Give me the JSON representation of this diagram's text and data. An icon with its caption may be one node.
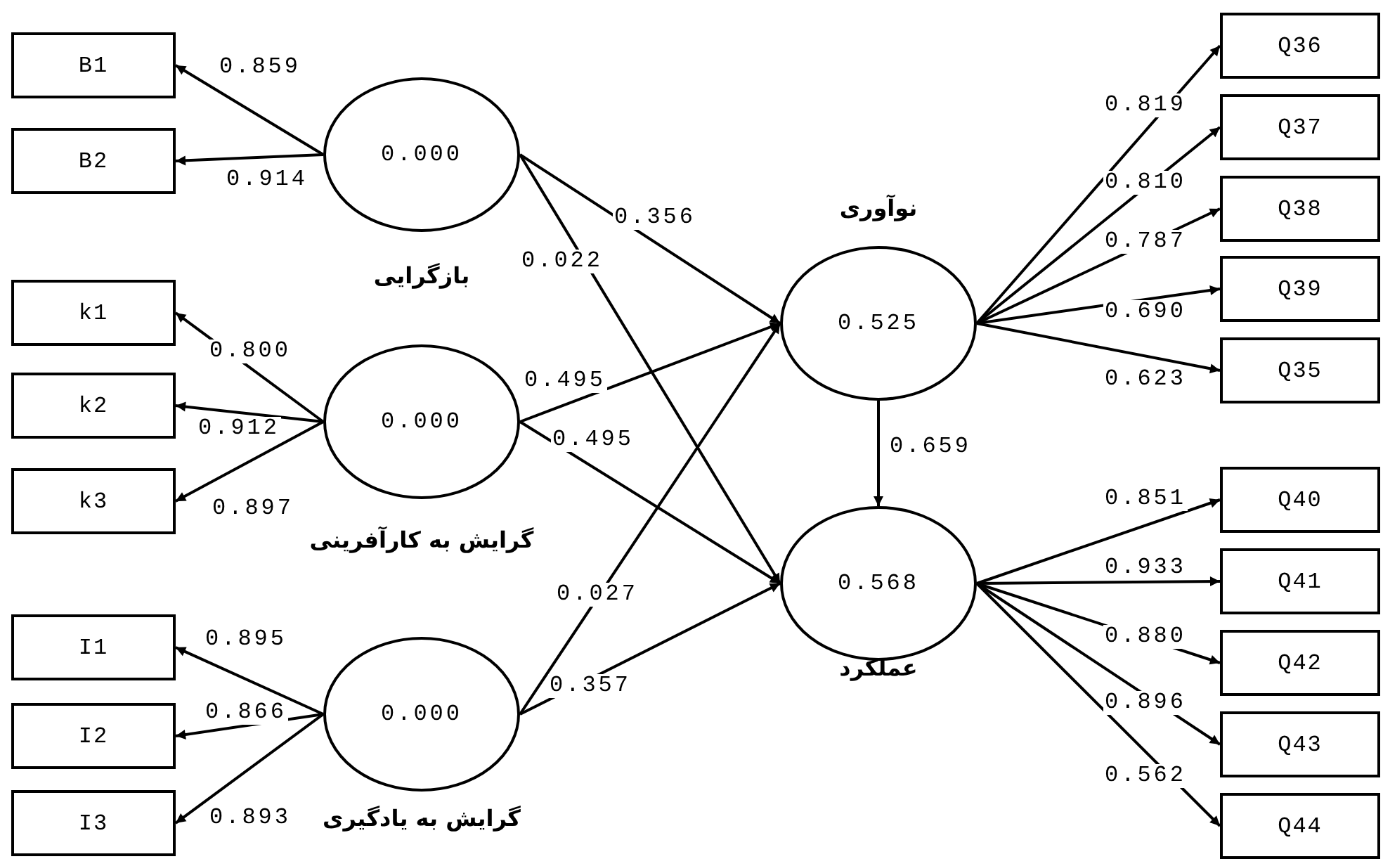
{
  "diagram": {
    "nodes": [
      {
        "text": [
          "B1"
        ]
      },
      {
        "text": [
          "B2"
        ]
      },
      {
        "text": [
          "k1"
        ]
      },
      {
        "text": [
          "k2"
        ]
      },
      {
        "text": [
          "k3"
        ]
      },
      {
        "text": [
          "I1"
        ]
      },
      {
        "text": [
          "I2"
        ]
      },
      {
        "text": [
          "I3"
        ]
      },
      {
        "text": [
          "0.000",
          "بازگرایی"
        ]
      },
      {
        "text": [
          "0.000",
          "گرایش به کارآفرینی"
        ]
      },
      {
        "text": [
          "0.000",
          "گرایش به یادگیری"
        ]
      },
      {
        "text": [
          "نوآوری",
          "0.525"
        ]
      },
      {
        "text": [
          "0.568",
          "عملکرد"
        ]
      },
      {
        "text": [
          "Q36"
        ]
      },
      {
        "text": [
          "Q37"
        ]
      },
      {
        "text": [
          "Q38"
        ]
      },
      {
        "text": [
          "Q39"
        ]
      },
      {
        "text": [
          "Q35"
        ]
      },
      {
        "text": [
          "Q40"
        ]
      },
      {
        "text": [
          "Q41"
        ]
      },
      {
        "text": [
          "Q42"
        ]
      },
      {
        "text": [
          "Q43"
        ]
      },
      {
        "text": [
          "Q44"
        ]
      }
    ],
    "edges": [
      {
        "from": 8,
        "to": 0,
        "arrow": "to",
        "label": "0.859"
      },
      {
        "from": 8,
        "to": 1,
        "arrow": "to",
        "label": "0.914"
      },
      {
        "from": 9,
        "to": 2,
        "arrow": "to",
        "label": "0.800"
      },
      {
        "from": 9,
        "to": 3,
        "arrow": "to",
        "label": "0.912"
      },
      {
        "from": 9,
        "to": 4,
        "arrow": "to",
        "label": "0.897"
      },
      {
        "from": 10,
        "to": 5,
        "arrow": "to",
        "label": "0.895"
      },
      {
        "from": 10,
        "to": 6,
        "arrow": "to",
        "label": "0.866"
      },
      {
        "from": 10,
        "to": 7,
        "arrow": "to",
        "label": "0.893"
      },
      {
        "from": 8,
        "to": 11,
        "arrow": "to",
        "label": "0.356"
      },
      {
        "from": 8,
        "to": 12,
        "arrow": "to",
        "label": "0.022"
      },
      {
        "from": 9,
        "to": 11,
        "arrow": "to",
        "label": "0.495"
      },
      {
        "from": 9,
        "to": 12,
        "arrow": "to",
        "label": "0.495"
      },
      {
        "from": 10,
        "to": 11,
        "arrow": "to",
        "label": "0.027"
      },
      {
        "from": 10,
        "to": 12,
        "arrow": "to",
        "label": "0.357"
      },
      {
        "from": 11,
        "to": 12,
        "arrow": "to",
        "label": "0.659"
      },
      {
        "from": 11,
        "to": 13,
        "arrow": "to",
        "label": "0.819"
      },
      {
        "from": 11,
        "to": 14,
        "arrow": "to",
        "label": "0.810"
      },
      {
        "from": 11,
        "to": 15,
        "arrow": "to",
        "label": "0.787"
      },
      {
        "from": 11,
        "to": 16,
        "arrow": "to",
        "label": "0.690"
      },
      {
        "from": 11,
        "to": 17,
        "arrow": "to",
        "label": "0.623"
      },
      {
        "from": 12,
        "to": 18,
        "arrow": "to",
        "label": "0.851"
      },
      {
        "from": 12,
        "to": 19,
        "arrow": "to",
        "label": "0.933"
      },
      {
        "from": 12,
        "to": 20,
        "arrow": "to",
        "label": "0.880"
      },
      {
        "from": 12,
        "to": 21,
        "arrow": "to",
        "label": "0.896"
      },
      {
        "from": 12,
        "to": 22,
        "arrow": "to",
        "label": "0.562"
      }
    ]
  }
}
